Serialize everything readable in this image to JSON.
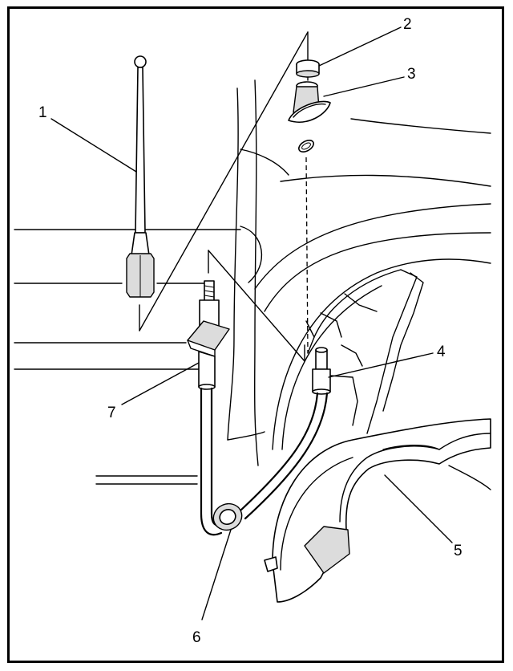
{
  "callouts": [
    {
      "id": "1",
      "label": "1"
    },
    {
      "id": "2",
      "label": "2"
    },
    {
      "id": "3",
      "label": "3"
    },
    {
      "id": "4",
      "label": "4"
    },
    {
      "id": "5",
      "label": "5"
    },
    {
      "id": "6",
      "label": "6"
    },
    {
      "id": "7",
      "label": "7"
    }
  ],
  "colors": {
    "line": "#000000",
    "background": "#ffffff",
    "shade": "#dcdcdc"
  }
}
